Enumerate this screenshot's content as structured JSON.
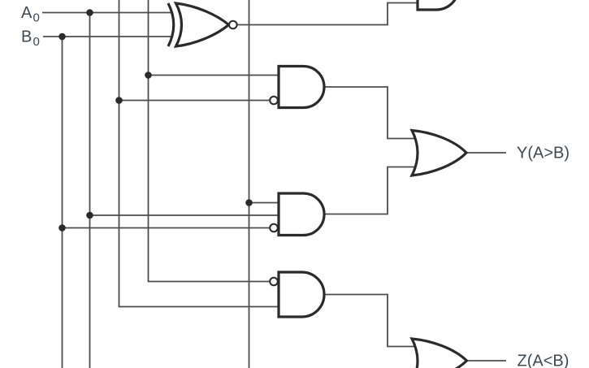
{
  "labels": {
    "input_a": {
      "main": "A",
      "sub": "0"
    },
    "input_b": {
      "main": "B",
      "sub": "0"
    },
    "output_y": "Y(A>B)",
    "output_z": "Z(A<B)"
  },
  "colors": {
    "background": "#ffffff",
    "wire": "#4d4d4d",
    "gate": "#2b2b2b",
    "text": "#3d4a54"
  },
  "components": {
    "gates": [
      {
        "type": "xnor",
        "inputs": [
          "A0",
          "B0"
        ],
        "note": "XOR body with output inversion bubble"
      },
      {
        "type": "and",
        "note": "partial AND gate clipped at top edge, fed by XNOR output"
      },
      {
        "type": "and",
        "note": "2-input AND, bottom input has inversion bubble"
      },
      {
        "type": "and",
        "note": "3-input AND, bottom input has inversion bubble"
      },
      {
        "type": "and",
        "note": "2-input AND, top input has inversion bubble"
      },
      {
        "type": "or",
        "note": "2-input OR driving Y(A>B)"
      },
      {
        "type": "or",
        "note": "OR driving Z(A<B), clipped at bottom edge"
      }
    ],
    "junction_dot_count": 7,
    "inversion_bubble_count": 4
  }
}
